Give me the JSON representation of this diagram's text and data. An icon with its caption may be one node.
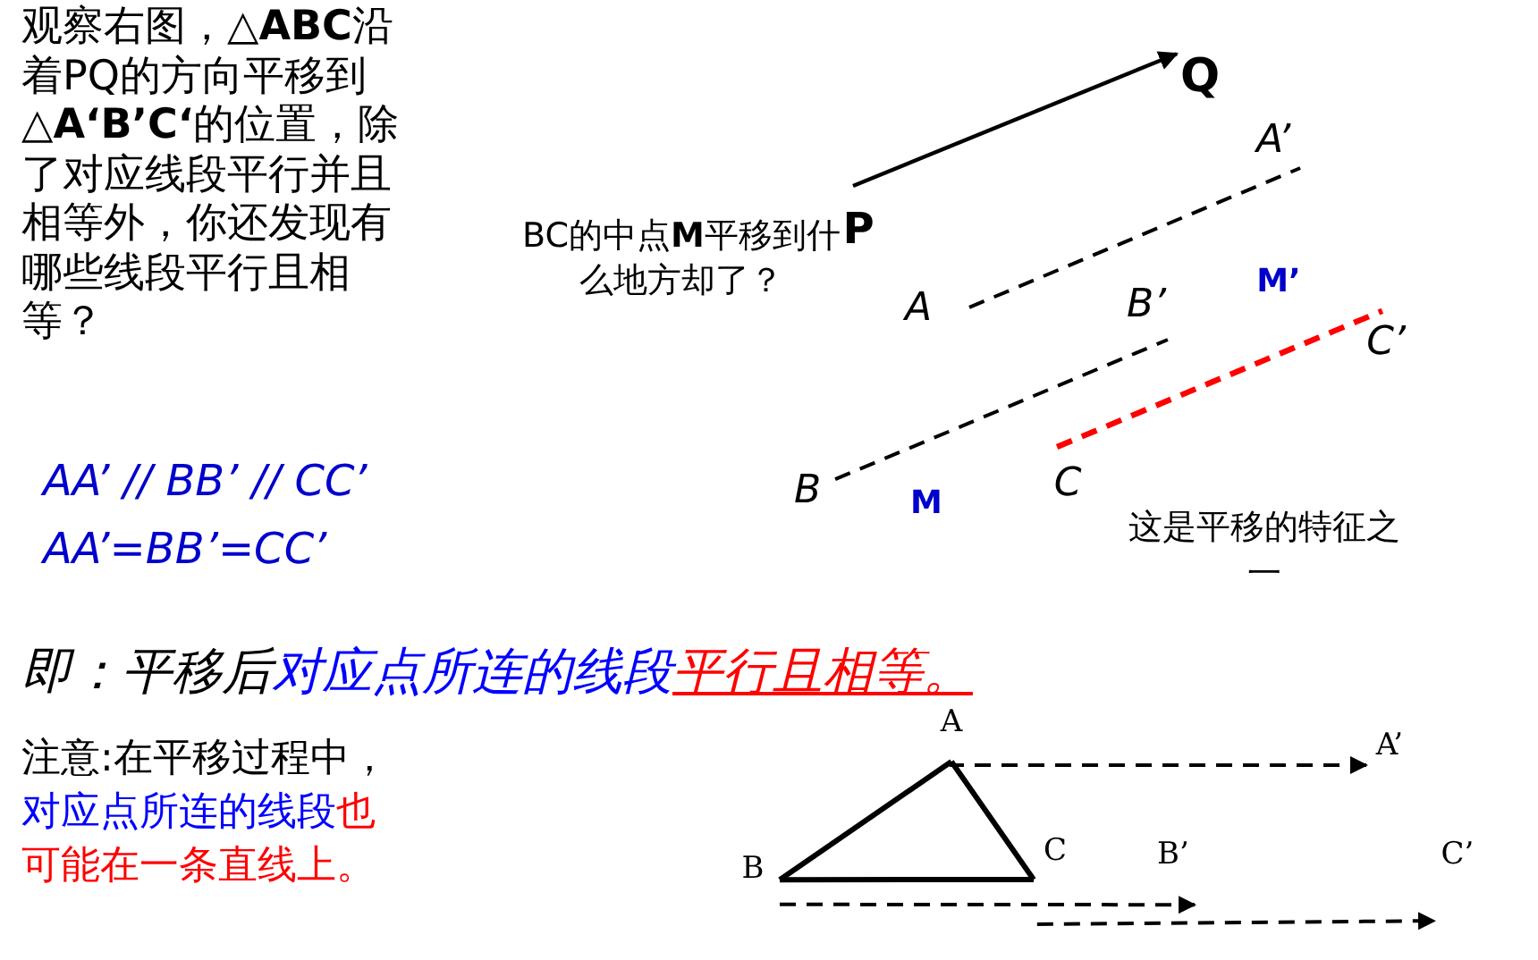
{
  "diagram": {
    "nodes": [
      {
        "text": [
          "P"
        ]
      },
      {
        "text": [
          "Q"
        ]
      },
      {
        "text": [
          "A"
        ]
      },
      {
        "text": [
          "A’"
        ]
      },
      {
        "text": [
          "B"
        ]
      },
      {
        "text": [
          "B’"
        ]
      },
      {
        "text": [
          "C"
        ]
      },
      {
        "text": [
          "C’"
        ]
      },
      {
        "text": [
          "M"
        ]
      },
      {
        "text": [
          "M’"
        ]
      },
      {
        "text": [
          "A"
        ]
      },
      {
        "text": [
          "A’"
        ]
      },
      {
        "text": [
          "B"
        ]
      },
      {
        "text": [
          "C"
        ]
      },
      {
        "text": [
          "B’"
        ]
      },
      {
        "text": [
          "C’"
        ]
      }
    ],
    "edges": [
      {
        "from": 0,
        "to": 1,
        "arrow": "to"
      },
      {
        "from": 2,
        "to": 3,
        "arrow": "none",
        "style": "dashed"
      },
      {
        "from": 4,
        "to": 5,
        "arrow": "none",
        "style": "dashed"
      },
      {
        "from": 6,
        "to": 7,
        "arrow": "none",
        "style": "dashed",
        "color": "#ff0000"
      },
      {
        "from": 10,
        "to": 11,
        "arrow": "to",
        "style": "dashed"
      },
      {
        "from": 12,
        "to": 14,
        "arrow": "to",
        "style": "dashed"
      },
      {
        "from": 13,
        "to": 15,
        "arrow": "to",
        "style": "dashed"
      },
      {
        "from": 10,
        "to": 12,
        "arrow": "none"
      },
      {
        "from": 12,
        "to": 13,
        "arrow": "none"
      },
      {
        "from": 13,
        "to": 10,
        "arrow": "none"
      }
    ],
    "labels": [
      "观察右图，△**ABC**沿着PQ的方向平移到△**A‘B’C‘**的位置，除了对应线段平行并且相等外，你还发现有哪些线段平行且相等？",
      "BC的中点**M**平移到什么地方却了？",
      "这是平移的特征之一",
      "AA’ // BB’ // CC’",
      "AA’=BB’=CC’",
      "即：平移后",
      "对应点所连的线段",
      "平行且相等。",
      "注意:在平移过程中，",
      "对应点所连的线段",
      "也可能在一条直线上。"
    ]
  }
}
